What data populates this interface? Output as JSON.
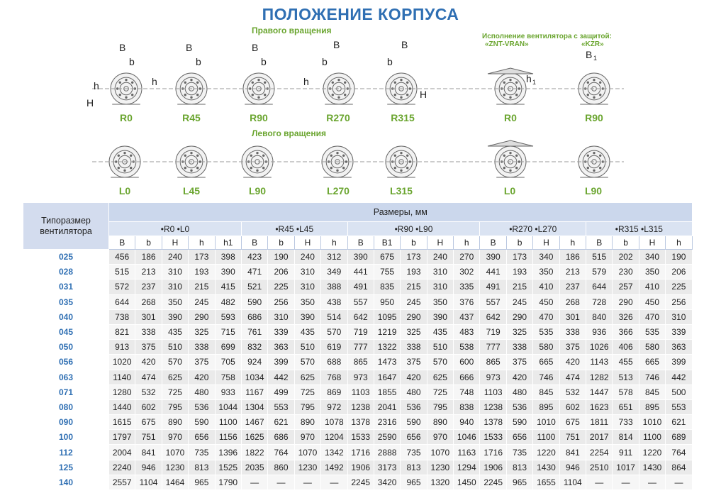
{
  "title": "ПОЛОЖЕНИЕ КОРПУСА",
  "right_rotation": "Правого вращения",
  "left_rotation": "Левого вращения",
  "protection_note": "Исполнение вентилятора с защитой:",
  "protection_a": "«ZNT-VRAN»",
  "protection_b": "«KZR»",
  "dim_labels": {
    "B": "B",
    "b": "b",
    "h": "h",
    "H": "H",
    "h1": "h",
    "h1_sub": "1",
    "B1": "B",
    "B1_sub": "1"
  },
  "top_codes": [
    "R0",
    "R45",
    "R90",
    "R270",
    "R315",
    "R0",
    "R90"
  ],
  "bottom_codes": [
    "L0",
    "L45",
    "L90",
    "L270",
    "L315",
    "L0",
    "L90"
  ],
  "table": {
    "type_header": "Типоразмер вентилятора",
    "dims_header": "Размеры, мм",
    "groups": [
      {
        "label": "•R0 •L0",
        "cols": [
          "B",
          "b",
          "H",
          "h",
          "h1"
        ]
      },
      {
        "label": "•R45 •L45",
        "cols": [
          "B",
          "b",
          "H",
          "h"
        ]
      },
      {
        "label": "•R90 •L90",
        "cols": [
          "B",
          "B1",
          "b",
          "H",
          "h"
        ]
      },
      {
        "label": "•R270 •L270",
        "cols": [
          "B",
          "b",
          "H",
          "h"
        ]
      },
      {
        "label": "•R315 •L315",
        "cols": [
          "B",
          "b",
          "H",
          "h"
        ]
      }
    ],
    "rows": [
      {
        "code": "025",
        "v": [
          "456",
          "186",
          "240",
          "173",
          "398",
          "423",
          "190",
          "240",
          "312",
          "390",
          "675",
          "173",
          "240",
          "270",
          "390",
          "173",
          "340",
          "186",
          "515",
          "202",
          "340",
          "190"
        ]
      },
      {
        "code": "028",
        "v": [
          "515",
          "213",
          "310",
          "193",
          "390",
          "471",
          "206",
          "310",
          "349",
          "441",
          "755",
          "193",
          "310",
          "302",
          "441",
          "193",
          "350",
          "213",
          "579",
          "230",
          "350",
          "206"
        ]
      },
      {
        "code": "031",
        "v": [
          "572",
          "237",
          "310",
          "215",
          "415",
          "521",
          "225",
          "310",
          "388",
          "491",
          "835",
          "215",
          "310",
          "335",
          "491",
          "215",
          "410",
          "237",
          "644",
          "257",
          "410",
          "225"
        ]
      },
      {
        "code": "035",
        "v": [
          "644",
          "268",
          "350",
          "245",
          "482",
          "590",
          "256",
          "350",
          "438",
          "557",
          "950",
          "245",
          "350",
          "376",
          "557",
          "245",
          "450",
          "268",
          "728",
          "290",
          "450",
          "256"
        ]
      },
      {
        "code": "040",
        "v": [
          "738",
          "301",
          "390",
          "290",
          "593",
          "686",
          "310",
          "390",
          "514",
          "642",
          "1095",
          "290",
          "390",
          "437",
          "642",
          "290",
          "470",
          "301",
          "840",
          "326",
          "470",
          "310"
        ]
      },
      {
        "code": "045",
        "v": [
          "821",
          "338",
          "435",
          "325",
          "715",
          "761",
          "339",
          "435",
          "570",
          "719",
          "1219",
          "325",
          "435",
          "483",
          "719",
          "325",
          "535",
          "338",
          "936",
          "366",
          "535",
          "339"
        ]
      },
      {
        "code": "050",
        "v": [
          "913",
          "375",
          "510",
          "338",
          "699",
          "832",
          "363",
          "510",
          "619",
          "777",
          "1322",
          "338",
          "510",
          "538",
          "777",
          "338",
          "580",
          "375",
          "1026",
          "406",
          "580",
          "363"
        ]
      },
      {
        "code": "056",
        "v": [
          "1020",
          "420",
          "570",
          "375",
          "705",
          "924",
          "399",
          "570",
          "688",
          "865",
          "1473",
          "375",
          "570",
          "600",
          "865",
          "375",
          "665",
          "420",
          "1143",
          "455",
          "665",
          "399"
        ]
      },
      {
        "code": "063",
        "v": [
          "1140",
          "474",
          "625",
          "420",
          "758",
          "1034",
          "442",
          "625",
          "768",
          "973",
          "1647",
          "420",
          "625",
          "666",
          "973",
          "420",
          "746",
          "474",
          "1282",
          "513",
          "746",
          "442"
        ]
      },
      {
        "code": "071",
        "v": [
          "1280",
          "532",
          "725",
          "480",
          "933",
          "1167",
          "499",
          "725",
          "869",
          "1103",
          "1855",
          "480",
          "725",
          "748",
          "1103",
          "480",
          "845",
          "532",
          "1447",
          "578",
          "845",
          "500"
        ]
      },
      {
        "code": "080",
        "v": [
          "1440",
          "602",
          "795",
          "536",
          "1044",
          "1304",
          "553",
          "795",
          "972",
          "1238",
          "2041",
          "536",
          "795",
          "838",
          "1238",
          "536",
          "895",
          "602",
          "1623",
          "651",
          "895",
          "553"
        ]
      },
      {
        "code": "090",
        "v": [
          "1615",
          "675",
          "890",
          "590",
          "1100",
          "1467",
          "621",
          "890",
          "1078",
          "1378",
          "2316",
          "590",
          "890",
          "940",
          "1378",
          "590",
          "1010",
          "675",
          "1811",
          "733",
          "1010",
          "621"
        ]
      },
      {
        "code": "100",
        "v": [
          "1797",
          "751",
          "970",
          "656",
          "1156",
          "1625",
          "686",
          "970",
          "1204",
          "1533",
          "2590",
          "656",
          "970",
          "1046",
          "1533",
          "656",
          "1100",
          "751",
          "2017",
          "814",
          "1100",
          "689"
        ]
      },
      {
        "code": "112",
        "v": [
          "2004",
          "841",
          "1070",
          "735",
          "1396",
          "1822",
          "764",
          "1070",
          "1342",
          "1716",
          "2888",
          "735",
          "1070",
          "1163",
          "1716",
          "735",
          "1220",
          "841",
          "2254",
          "911",
          "1220",
          "764"
        ]
      },
      {
        "code": "125",
        "v": [
          "2240",
          "946",
          "1230",
          "813",
          "1525",
          "2035",
          "860",
          "1230",
          "1492",
          "1906",
          "3173",
          "813",
          "1230",
          "1294",
          "1906",
          "813",
          "1430",
          "946",
          "2510",
          "1017",
          "1430",
          "864"
        ]
      },
      {
        "code": "140",
        "v": [
          "2557",
          "1104",
          "1464",
          "965",
          "1790",
          "—",
          "—",
          "—",
          "—",
          "2245",
          "3420",
          "965",
          "1320",
          "1450",
          "2245",
          "965",
          "1655",
          "1104",
          "—",
          "—",
          "—",
          "—"
        ]
      }
    ]
  }
}
